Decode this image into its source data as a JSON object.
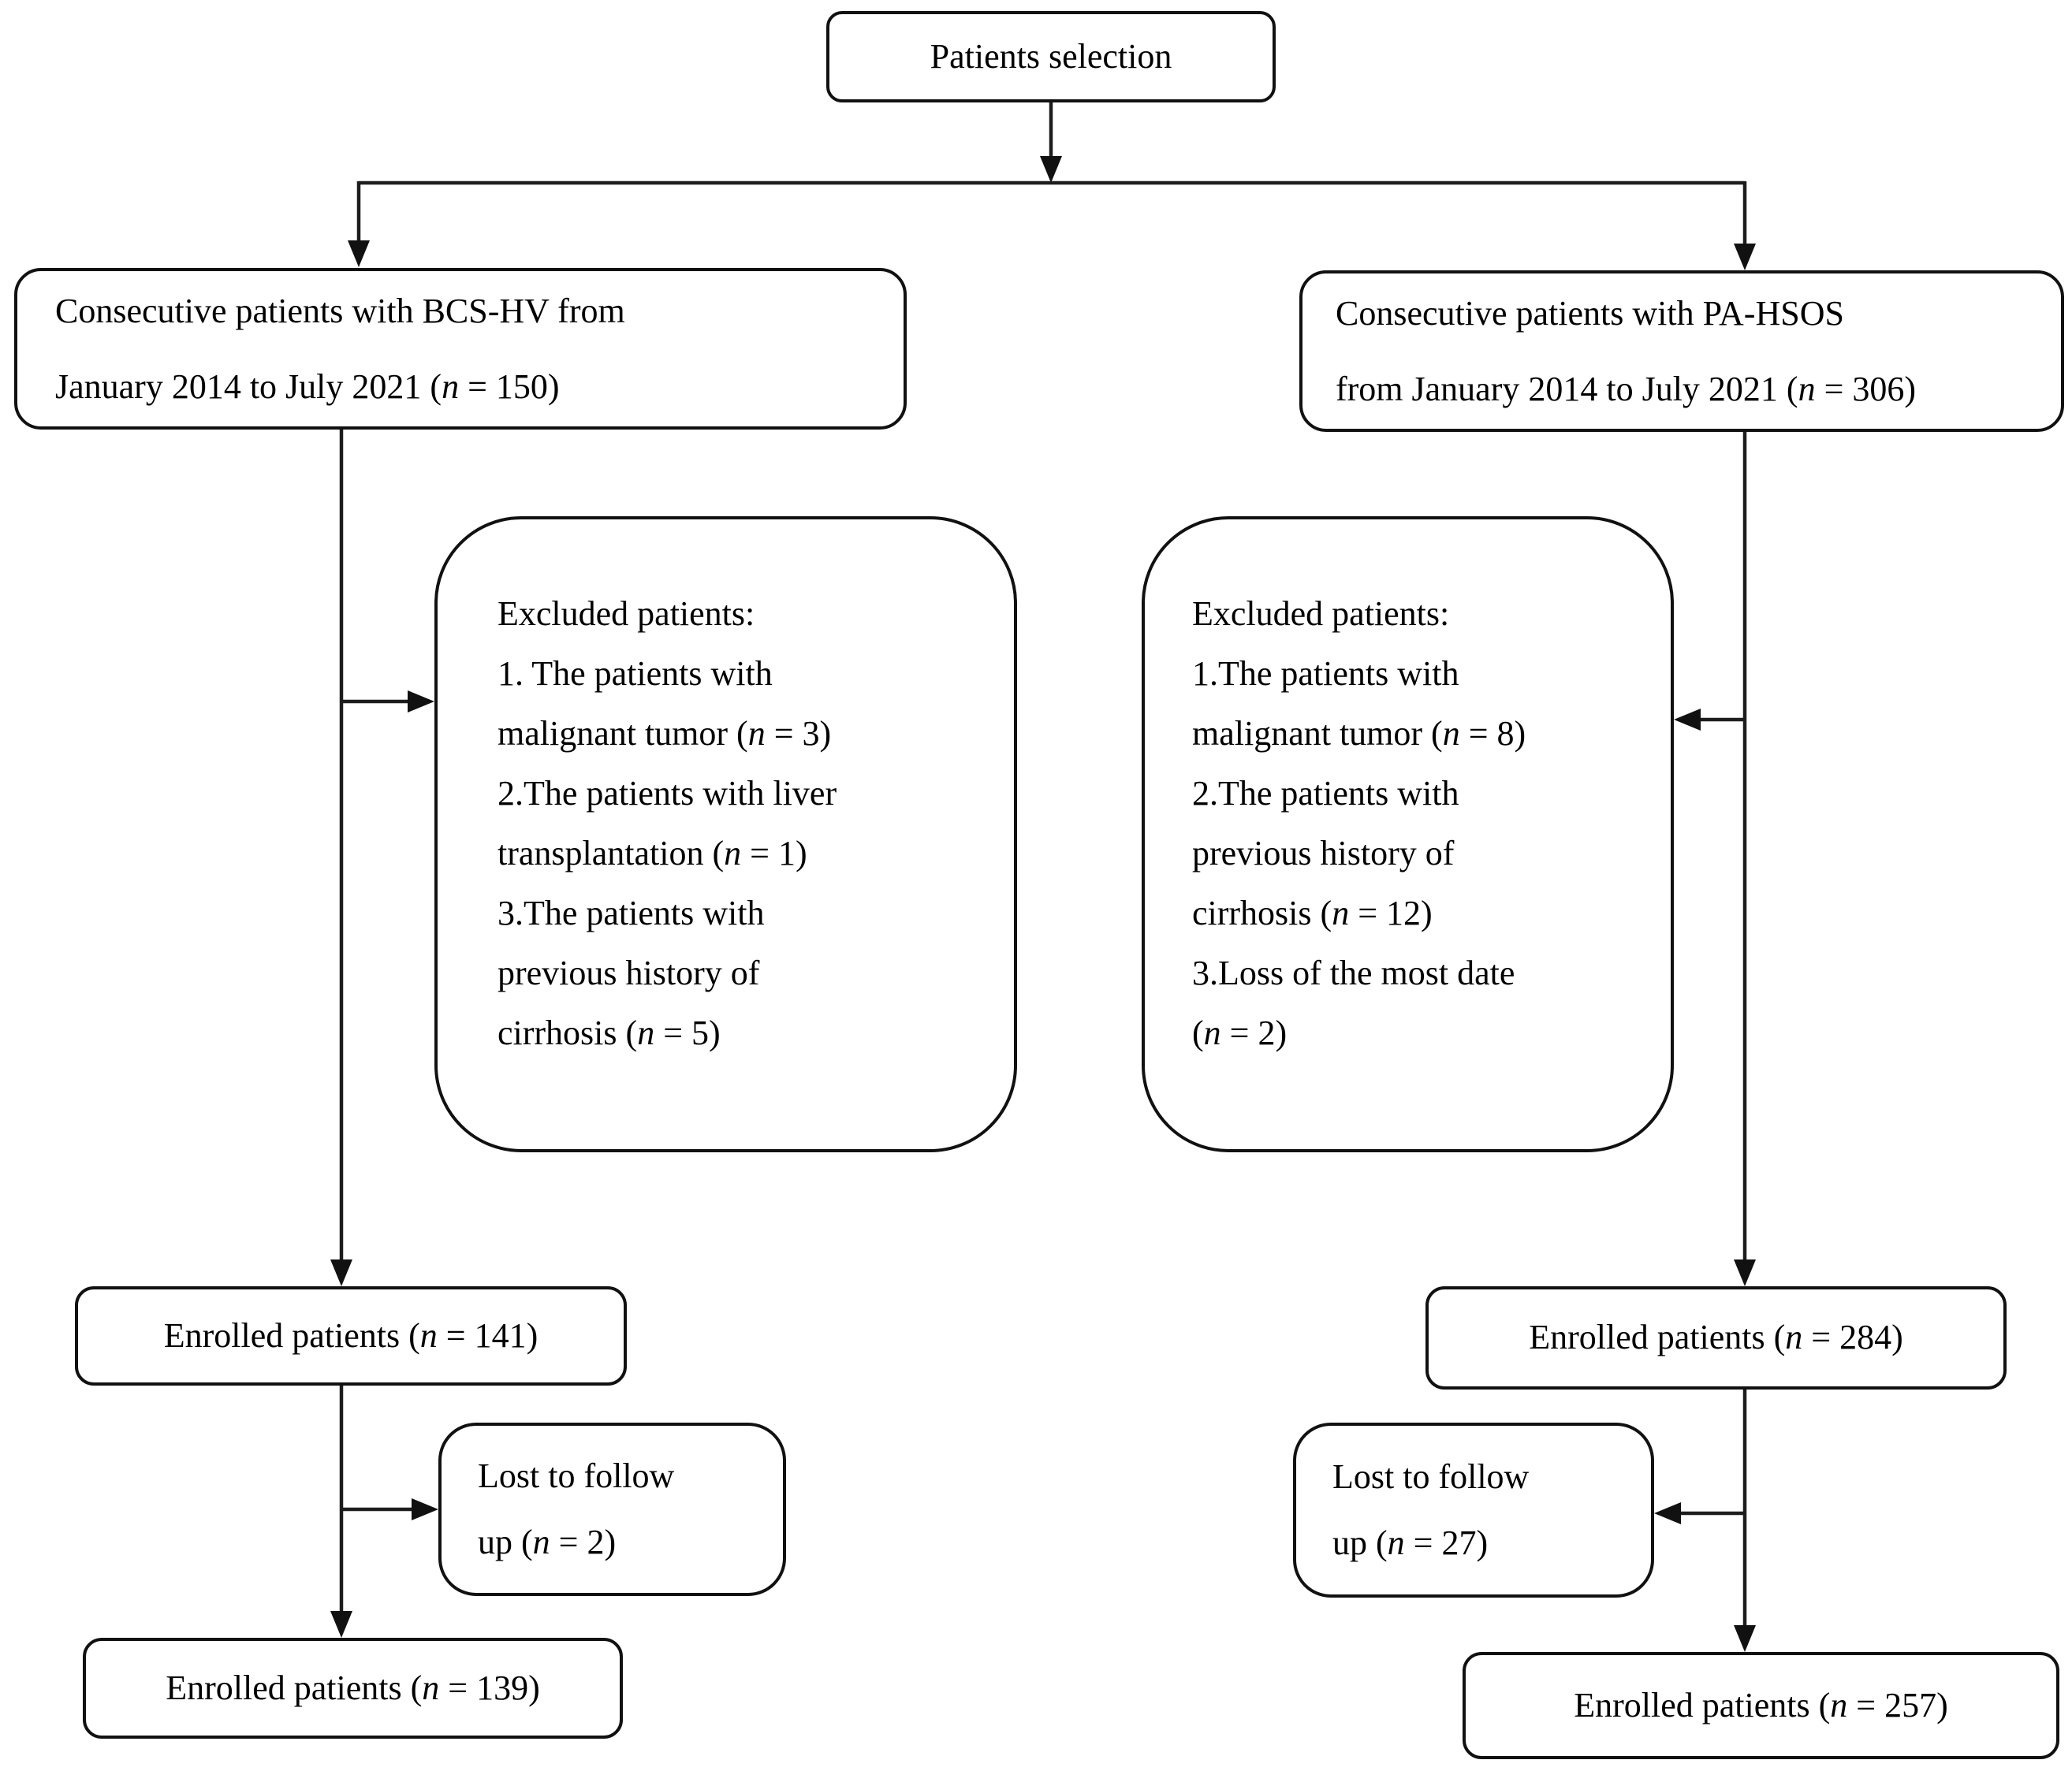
{
  "flowchart": {
    "nodes": {
      "patients_selection": {
        "lines": [
          "Patients selection"
        ]
      },
      "left": {
        "source": {
          "lines": [
            "Consecutive patients with BCS-HV from",
            "January 2014 to July 2021 (n = 150)"
          ]
        },
        "excluded": {
          "lines": [
            "Excluded patients:",
            "1. The patients with",
            "malignant tumor (n = 3)",
            "2.The patients with liver",
            "transplantation (n = 1)",
            "3.The patients with",
            "previous history of",
            "cirrhosis (n = 5)"
          ]
        },
        "enrolled": {
          "lines": [
            "Enrolled patients (n = 141)"
          ]
        },
        "lost": {
          "lines": [
            "Lost to follow",
            "up (n = 2)"
          ]
        },
        "final": {
          "lines": [
            "Enrolled patients (n = 139)"
          ]
        }
      },
      "right": {
        "source": {
          "lines": [
            "Consecutive patients with PA-HSOS",
            "from January 2014 to July 2021 (n = 306)"
          ]
        },
        "excluded": {
          "lines": [
            "Excluded patients:",
            "1.The patients with",
            "malignant tumor (n = 8)",
            "2.The patients with",
            "previous history of",
            "cirrhosis (n = 12)",
            "3.Loss of the most date",
            "(n = 2)"
          ]
        },
        "enrolled": {
          "lines": [
            "Enrolled patients (n = 284)"
          ]
        },
        "lost": {
          "lines": [
            "Lost to follow",
            "up (n = 27)"
          ]
        },
        "final": {
          "lines": [
            "Enrolled patients (n = 257)"
          ]
        }
      }
    },
    "colors": {
      "line": "#1d1d1d",
      "border": "#111111",
      "text": "#000000",
      "background": "#ffffff"
    }
  }
}
